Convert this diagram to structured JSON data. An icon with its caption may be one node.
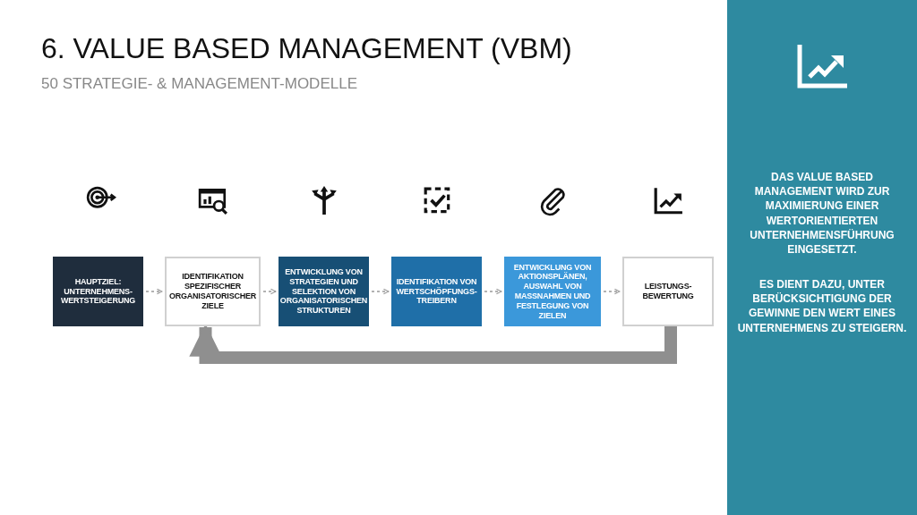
{
  "diagram": {
    "title": "6. VALUE BASED MANAGEMENT (VBM)",
    "nodes": [
      {
        "text": [
          "HAUPTZIEL: UNTERNEHMENS-WERTSTEIGERUNG"
        ]
      },
      {
        "text": [
          "IDENTIFIKATION SPEZIFISCHER ORGANISATORISCHER ZIELE"
        ]
      },
      {
        "text": [
          "ENTWICKLUNG VON STRATEGIEN UND SELEKTION VON ORGANISATORISCHEN STRUKTUREN"
        ]
      },
      {
        "text": [
          "IDENTIFIKATION VON WERTSCHÖPFUNGS-TREIBERN"
        ]
      },
      {
        "text": [
          "ENTWICKLUNG VON AKTIONSPLÄNEN, AUSWAHL VON MASSNAHMEN UND FESTLEGUNG VON ZIELEN"
        ]
      },
      {
        "text": [
          "LEISTUNGS-BEWERTUNG"
        ]
      }
    ],
    "edges": [
      {
        "from": 0,
        "to": 1,
        "arrow": "to",
        "style": "dashed"
      },
      {
        "from": 1,
        "to": 2,
        "arrow": "to",
        "style": "dashed"
      },
      {
        "from": 2,
        "to": 3,
        "arrow": "to",
        "style": "dashed"
      },
      {
        "from": 3,
        "to": 4,
        "arrow": "to",
        "style": "dashed"
      },
      {
        "from": 4,
        "to": 5,
        "arrow": "to",
        "style": "dashed"
      },
      {
        "from": 5,
        "to": 1,
        "arrow": "to",
        "style": "thick",
        "color": "#8f8f8f"
      }
    ],
    "labels": [
      "50 STRATEGIE- & MANAGEMENT-MODELLE",
      "DAS VALUE BASED MANAGEMENT WIRD ZUR MAXIMIERUNG EINER WERTORIENTIERTEN UNTERNEHMENSFÜHRUNG EINGESETZT.",
      "ES DIENT DAZU, UNTER BERÜCKSICHTIGUNG DER GEWINNE DEN WERT EINES UNTERNEHMENS ZU STEIGERN."
    ]
  }
}
